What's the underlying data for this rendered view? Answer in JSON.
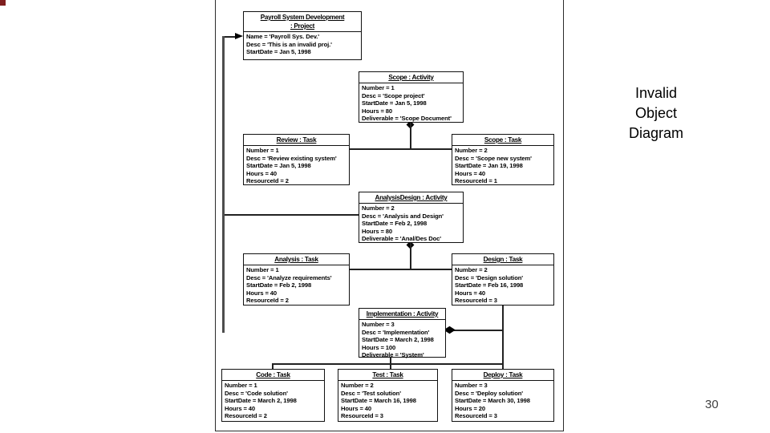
{
  "side_label": {
    "lines": [
      "Invalid",
      "Object",
      "Diagram"
    ]
  },
  "page_number": "30",
  "colors": {
    "accent_square": "#7f1f1f",
    "diagram_ink": "#000000",
    "thick_connector": "#4d4d4d",
    "page_number_color": "#404040"
  },
  "diagram": {
    "boxes": [
      {
        "id": "project",
        "title": "Payroll System Development\n: Project",
        "attrs": [
          "Name = 'Payroll Sys. Dev.'",
          "Desc = 'This is an invalid proj.'",
          "StartDate = Jan 5, 1998"
        ]
      },
      {
        "id": "scope-activity",
        "title": "Scope : Activity",
        "attrs": [
          "Number = 1",
          "Desc = 'Scope project'",
          "StartDate = Jan 5, 1998",
          "Hours = 80",
          "Deliverable = 'Scope Document'"
        ]
      },
      {
        "id": "review-task",
        "title": "Review : Task",
        "attrs": [
          "Number = 1",
          "Desc = 'Review existing system'",
          "StartDate = Jan 5, 1998",
          "Hours = 40",
          "ResourceId = 2"
        ]
      },
      {
        "id": "scope-task",
        "title": "Scope : Task",
        "attrs": [
          "Number = 2",
          "Desc = 'Scope new system'",
          "StartDate = Jan 19, 1998",
          "Hours = 40",
          "ResourceId = 1"
        ]
      },
      {
        "id": "analysisdesign-activity",
        "title": "AnalysisDesign : Activity",
        "attrs": [
          "Number = 2",
          "Desc = 'Analysis and Design'",
          "StartDate = Feb 2, 1998",
          "Hours = 80",
          "Deliverable = 'Anal/Des Doc'"
        ]
      },
      {
        "id": "analysis-task",
        "title": "Analysis : Task",
        "attrs": [
          "Number = 1",
          "Desc = 'Analyze requirements'",
          "StartDate = Feb 2, 1998",
          "Hours = 40",
          "ResourceId = 2"
        ]
      },
      {
        "id": "design-task",
        "title": "Design : Task",
        "attrs": [
          "Number = 2",
          "Desc = 'Design solution'",
          "StartDate = Feb 16, 1998",
          "Hours = 40",
          "ResourceId = 3"
        ]
      },
      {
        "id": "implementation-activity",
        "title": "Implementation : Activity",
        "attrs": [
          "Number = 3",
          "Desc = 'Implementation'",
          "StartDate = March 2, 1998",
          "Hours = 100",
          "Deliverable = 'System'"
        ]
      },
      {
        "id": "code-task",
        "title": "Code : Task",
        "attrs": [
          "Number = 1",
          "Desc = 'Code solution'",
          "StartDate = March 2, 1998",
          "Hours = 40",
          "ResourceId = 2"
        ]
      },
      {
        "id": "test-task",
        "title": "Test : Task",
        "attrs": [
          "Number = 2",
          "Desc = 'Test solution'",
          "StartDate = March 16, 1998",
          "Hours = 40",
          "ResourceId = 3"
        ]
      },
      {
        "id": "deploy-task",
        "title": "Deploy : Task",
        "attrs": [
          "Number = 3",
          "Desc = 'Deploy solution'",
          "StartDate = March 30, 1998",
          "Hours = 20",
          "ResourceId = 3"
        ]
      }
    ]
  }
}
